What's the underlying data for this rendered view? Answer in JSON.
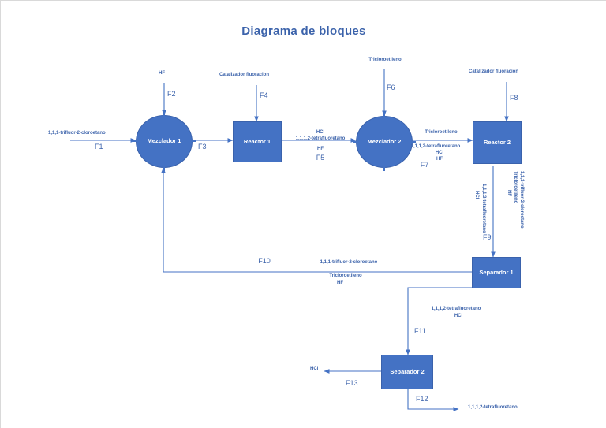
{
  "title": "Diagrama de bloques",
  "colors": {
    "node_fill": "#4472c4",
    "node_stroke": "#3a62ac",
    "text": "#3c63ab",
    "node_text": "#ffffff",
    "line": "#4472c4",
    "background": "#ffffff"
  },
  "nodes": {
    "mezclador1": "Mezclador 1",
    "reactor1": "Reactor 1",
    "mezclador2": "Mezclador 2",
    "reactor2": "Reactor 2",
    "separador1": "Separador 1",
    "separador2": "Separador 2"
  },
  "streams": {
    "f1": {
      "id": "F1",
      "components": [
        "1,1,1-trifluor-2-cloroetano"
      ]
    },
    "f2": {
      "id": "F2",
      "components": [
        "HF"
      ]
    },
    "f3": {
      "id": "F3",
      "components": []
    },
    "f4": {
      "id": "F4",
      "components": [
        "Catalizador fluoracion"
      ]
    },
    "f5": {
      "id": "F5",
      "components": [
        "HCl",
        "1,1,1,2-tetrafluoretano",
        "HF"
      ]
    },
    "f6": {
      "id": "F6",
      "components": [
        "Tricloroetileno"
      ]
    },
    "f7": {
      "id": "F7",
      "components": [
        "Tricloroetileno",
        "1,1,1,2-tetrafluoretano",
        "HCl",
        "HF"
      ]
    },
    "f8": {
      "id": "F8",
      "components": [
        "Catalizador fluoracion"
      ]
    },
    "f9": {
      "id": "F9",
      "components_left": [
        "1,1,1,2-tetrafluoretano",
        "HCl"
      ],
      "components_right": [
        "1,1,1-trifluor-2-cloroetano",
        "Tricloroetileno",
        "HF"
      ]
    },
    "f10": {
      "id": "F10",
      "components": [
        "1,1,1-trifluor-2-cloroetano",
        "Tricloroetileno",
        "HF"
      ]
    },
    "f11": {
      "id": "F11",
      "components": [
        "1,1,1,2-tetrafluoretano",
        "HCl"
      ]
    },
    "f12": {
      "id": "F12",
      "components": [
        "1,1,1,2-tetrafluoretano"
      ]
    },
    "f13": {
      "id": "F13",
      "components": [
        "HCl"
      ]
    }
  }
}
